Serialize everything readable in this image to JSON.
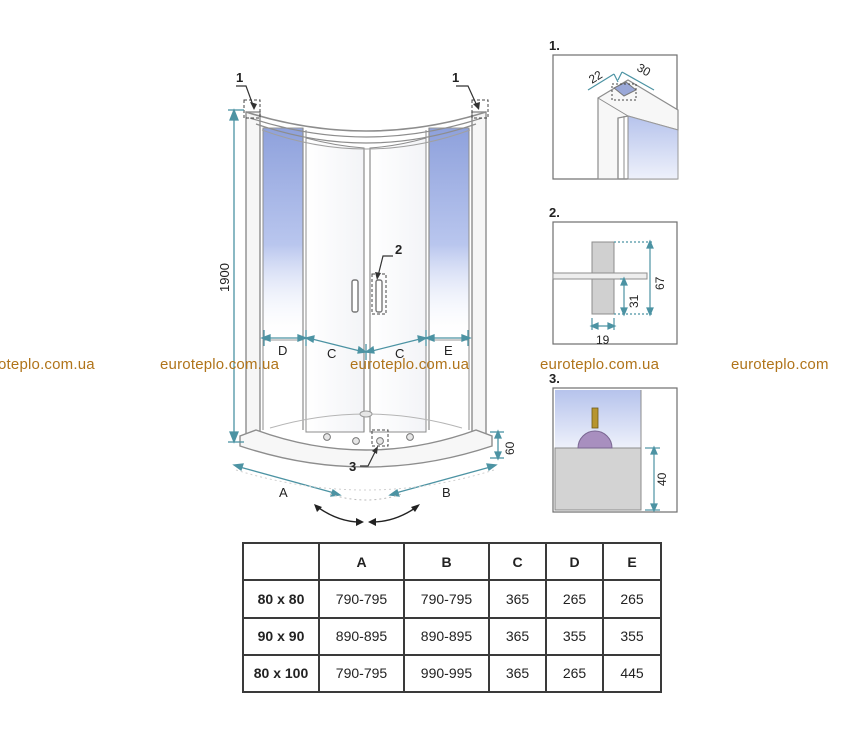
{
  "main_view": {
    "height_label": "1900",
    "tray_height_label": "60",
    "callouts": [
      "1",
      "1",
      "2",
      "3"
    ],
    "bottom_labels": [
      "D",
      "C",
      "C",
      "E"
    ],
    "base_labels": [
      "A",
      "B"
    ]
  },
  "details": {
    "d1": {
      "title": "1.",
      "dim_a": "22",
      "dim_b": "30"
    },
    "d2": {
      "title": "2.",
      "dim_total": "67",
      "dim_lower": "31",
      "dim_width": "19"
    },
    "d3": {
      "title": "3.",
      "dim_height": "40"
    }
  },
  "watermarks": [
    "oteplo.com.ua",
    "euroteplo.com.ua",
    "euroteplo.com.ua",
    "euroteplo.com.ua",
    "euroteplo.com"
  ],
  "table": {
    "headers": [
      "",
      "A",
      "B",
      "C",
      "D",
      "E"
    ],
    "rows": [
      [
        "80 x 80",
        "790-795",
        "790-795",
        "365",
        "265",
        "265"
      ],
      [
        "90 x 90",
        "890-895",
        "890-895",
        "365",
        "355",
        "355"
      ],
      [
        "80 x 100",
        "790-795",
        "990-995",
        "365",
        "265",
        "445"
      ]
    ]
  },
  "colors": {
    "frame": "#8d8d8d",
    "glass": "#a9b8e6",
    "dimension": "#4c93a3",
    "watermark": "#b0741a",
    "knob": "#a88fbf"
  }
}
